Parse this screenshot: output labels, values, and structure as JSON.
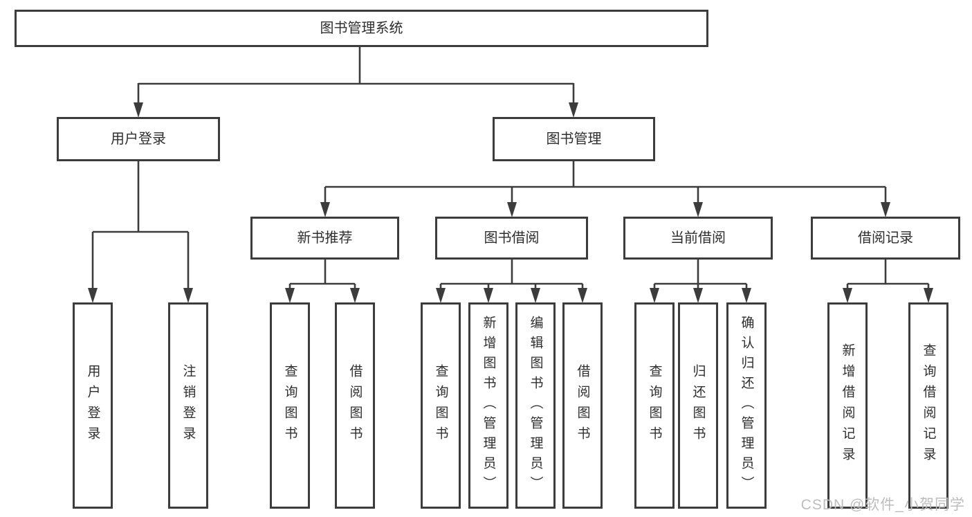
{
  "tree": {
    "root": "图书管理系统",
    "branches": [
      {
        "label": "用户登录",
        "children": [
          "用户登录",
          "注销登录"
        ]
      },
      {
        "label": "图书管理",
        "groups": [
          {
            "label": "新书推荐",
            "children": [
              "查询图书",
              "借阅图书"
            ]
          },
          {
            "label": "图书借阅",
            "children": [
              "查询图书",
              "新增图书（管理员）",
              "编辑图书（管理员）",
              "借阅图书"
            ]
          },
          {
            "label": "当前借阅",
            "children": [
              "查询图书",
              "归还图书",
              "确认归还（管理员）"
            ]
          },
          {
            "label": "借阅记录",
            "children": [
              "新增借阅记录",
              "查询借阅记录"
            ]
          }
        ]
      }
    ]
  },
  "watermark": "CSDN @软件_小贺同学",
  "colors": {
    "line": "#3c3c3c",
    "text": "#2e2e2e",
    "watermark": "#bdbdbd",
    "background": "#ffffff"
  }
}
